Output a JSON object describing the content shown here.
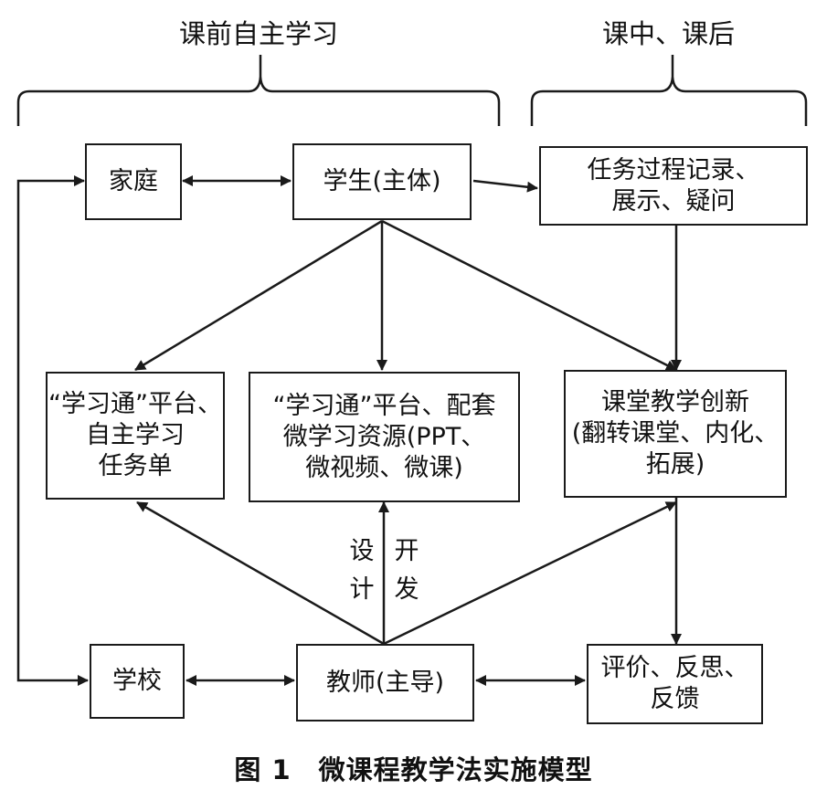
{
  "header": {
    "pre_class": "课前自主学习",
    "in_post_class": "课中、课后"
  },
  "nodes": {
    "home": "家庭",
    "student": "学生(主体)",
    "task_record": [
      "任务过程记录、",
      "展示、疑问"
    ],
    "platform_tasks": [
      "“学习通”平台、",
      "自主学习",
      "任务单"
    ],
    "platform_resources": [
      "“学习通”平台、配套",
      "微学习资源(PPT、",
      "微视频、微课)"
    ],
    "classroom_innovation": [
      "课堂教学创新",
      "(翻转课堂、内化、",
      "拓展)"
    ],
    "school": "学校",
    "teacher": "教师(主导)",
    "evaluation": [
      "评价、反思、",
      "反馈"
    ]
  },
  "edge_labels": {
    "design": [
      "设",
      "计"
    ],
    "develop": [
      "开",
      "发"
    ]
  },
  "caption": "图 1　微课程教学法实施模型"
}
